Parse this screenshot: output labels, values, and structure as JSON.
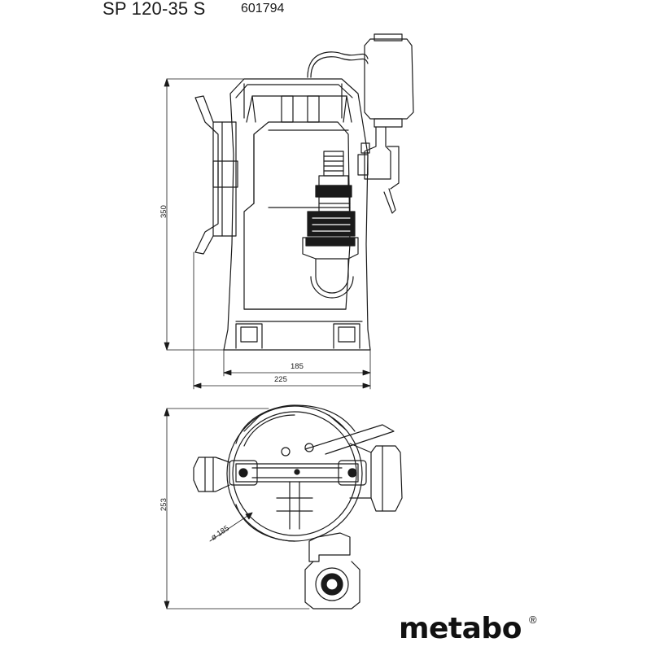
{
  "header": {
    "model": "SP 120-35 S",
    "article_number": "601794"
  },
  "dimensions": {
    "height": "350",
    "base_width": "185",
    "overall_width": "225",
    "top_depth": "253",
    "diameter": "ø 185"
  },
  "brand": {
    "logo_text": "metabo",
    "registered_mark": "®"
  }
}
